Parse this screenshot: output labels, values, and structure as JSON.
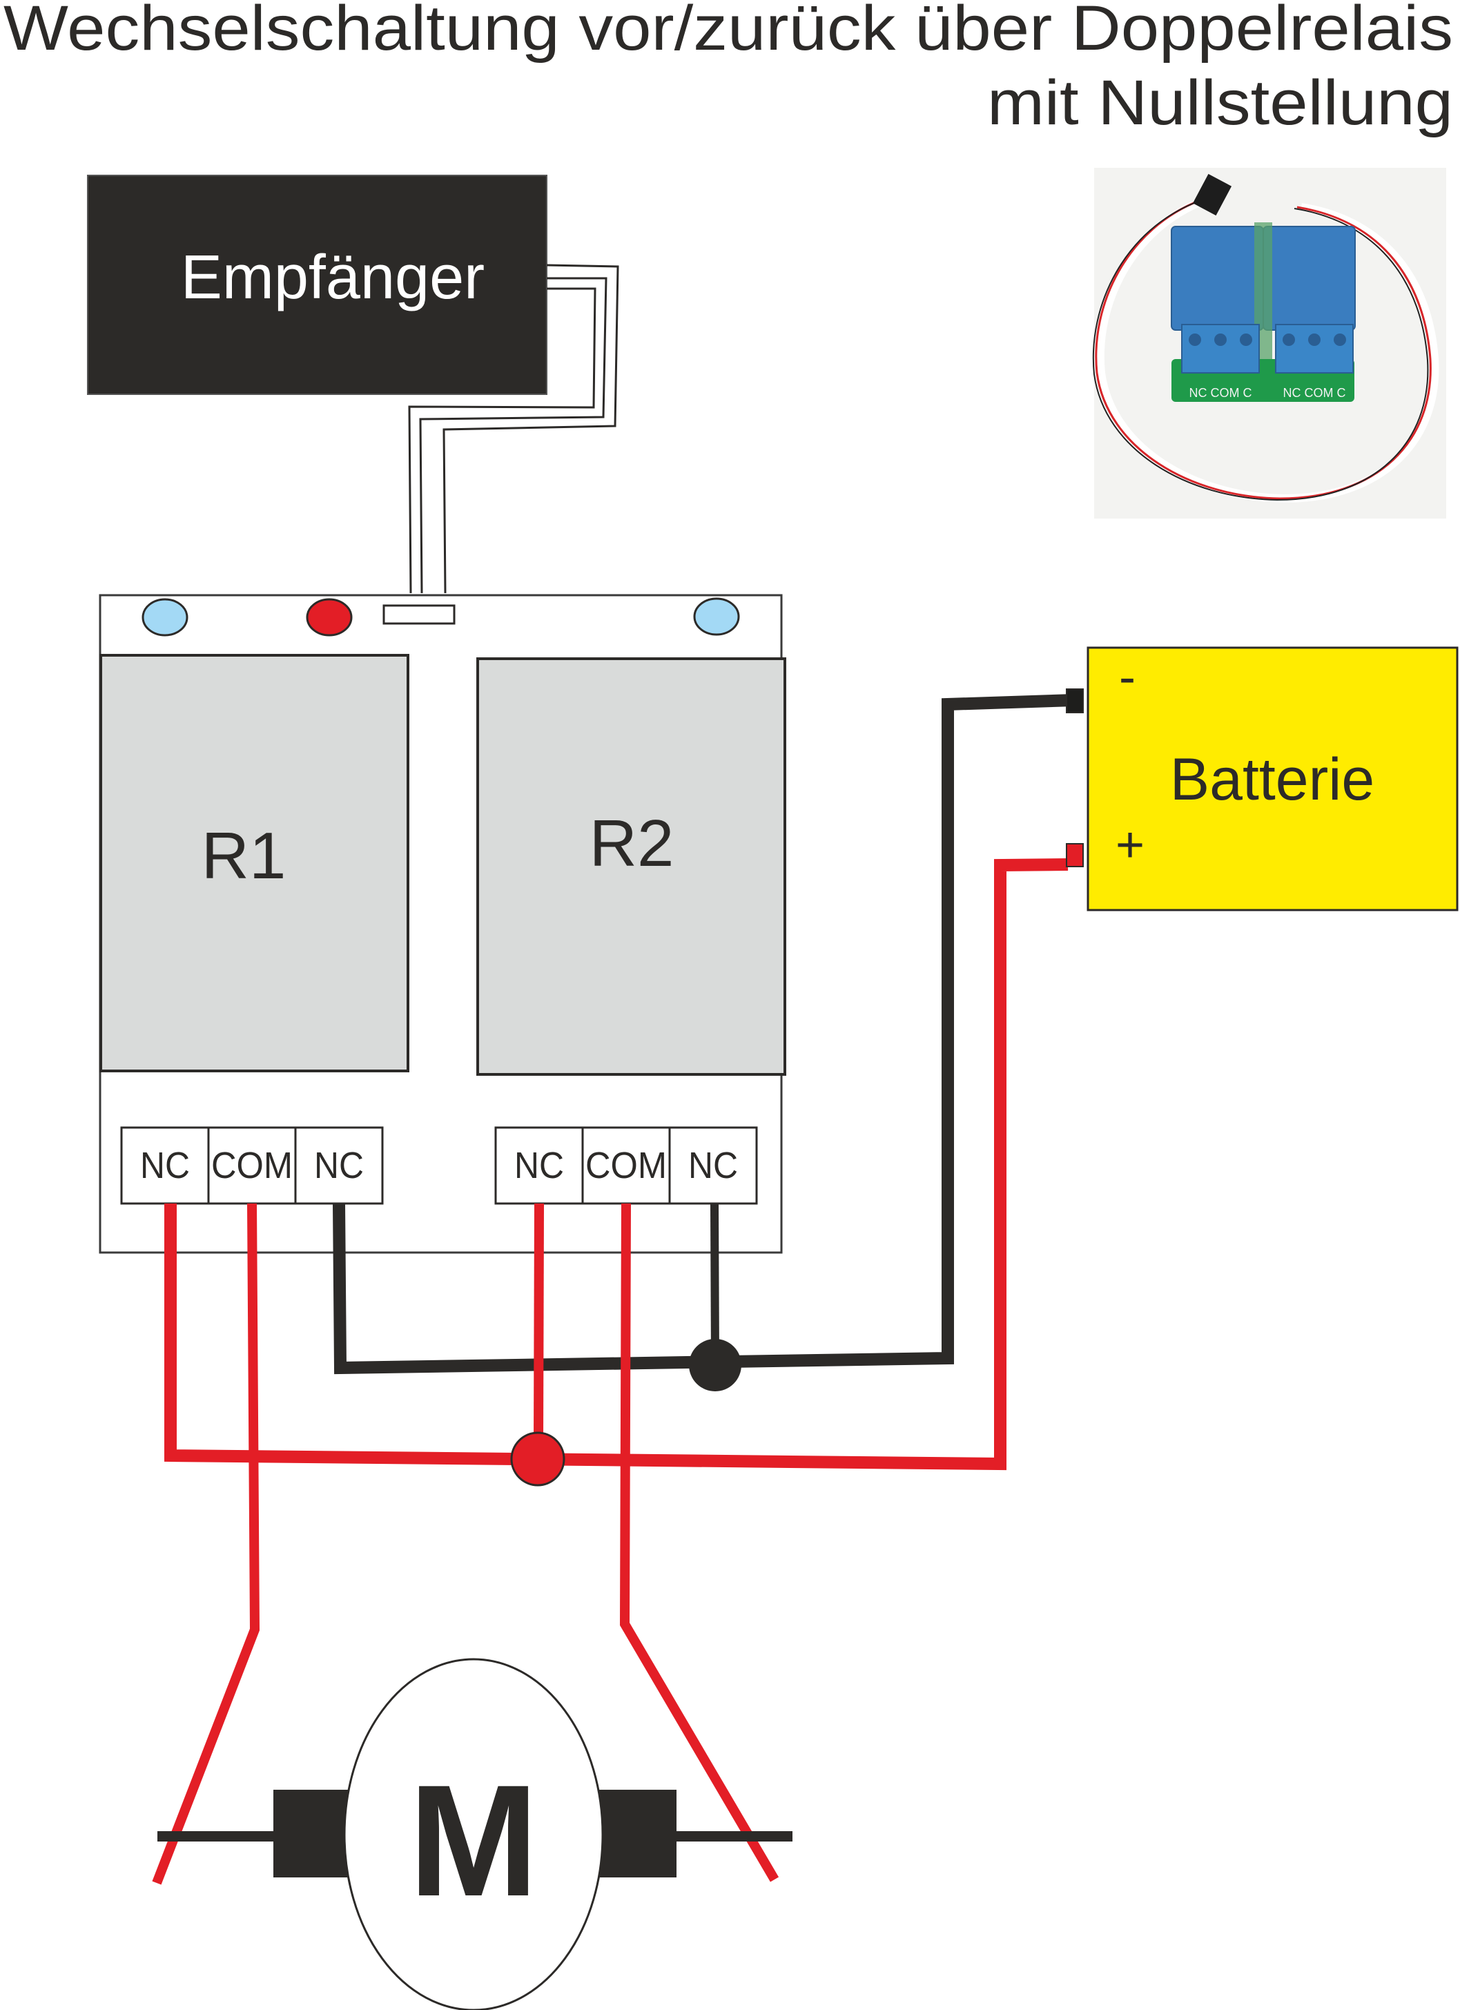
{
  "title": {
    "line1": "Wechselschaltung vor/zurück über Doppelrelais",
    "line2": "mit Nullstellung"
  },
  "receiver": {
    "label": "Empfänger"
  },
  "relay_board": {
    "relays": [
      {
        "label": "R1"
      },
      {
        "label": "R2"
      }
    ],
    "terminals_r1": [
      "NC",
      "COM",
      "NC"
    ],
    "terminals_r2": [
      "NC",
      "COM",
      "NC"
    ],
    "leds": [
      "light-blue",
      "red",
      "light-blue"
    ]
  },
  "battery": {
    "label": "Batterie",
    "minus": "-",
    "plus": "+"
  },
  "motor": {
    "label": "M"
  },
  "photo": {
    "terminal_labels_left": "NC COM C",
    "terminal_labels_right": "NC COM C"
  },
  "colors": {
    "wire_red": "#e31e26",
    "wire_black": "#2c2a28",
    "receiver_fill": "#2c2a28",
    "battery_fill": "#ffec00",
    "relay_fill": "#d9dbda",
    "led_blue": "#a3d9f5",
    "led_red": "#e31e26",
    "relay_photo_blue": "#3a7dbf",
    "pcb_green": "#1f9a4a"
  }
}
